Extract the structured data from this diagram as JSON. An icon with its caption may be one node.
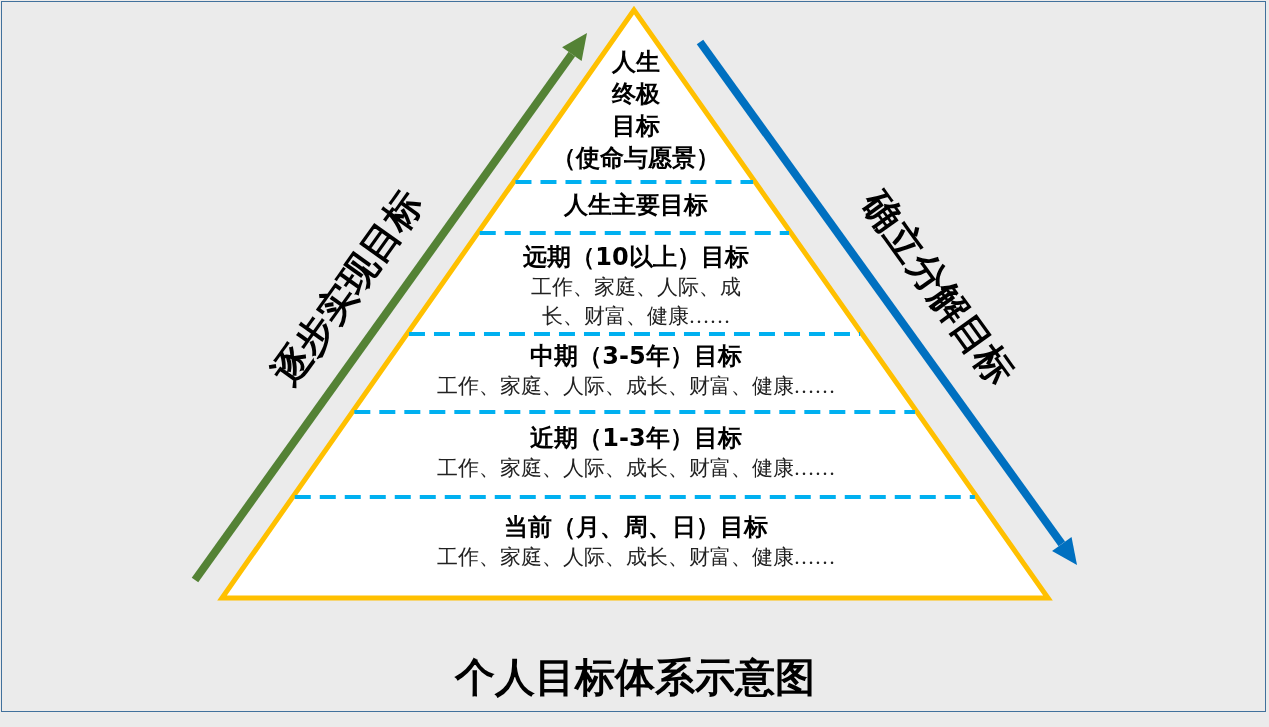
{
  "diagram": {
    "title": "个人目标体系示意图",
    "nodes": [
      {
        "text": [
          "人生终极目标",
          "（使命与愿景）"
        ]
      },
      {
        "text": [
          "人生主要目标"
        ]
      },
      {
        "text": [
          "远期（10以上）目标",
          "工作、家庭、人际、成长、财富、健康……"
        ]
      },
      {
        "text": [
          "中期（3-5年）目标",
          "工作、家庭、人际、成长、财富、健康……"
        ]
      },
      {
        "text": [
          "近期（1-3年）目标",
          "工作、家庭、人际、成长、财富、健康……"
        ]
      },
      {
        "text": [
          "当前（月、周、日）目标",
          "工作、家庭、人际、成长、财富、健康……"
        ]
      }
    ],
    "labels": [
      "逐步实现目标",
      "确立分解目标"
    ]
  }
}
